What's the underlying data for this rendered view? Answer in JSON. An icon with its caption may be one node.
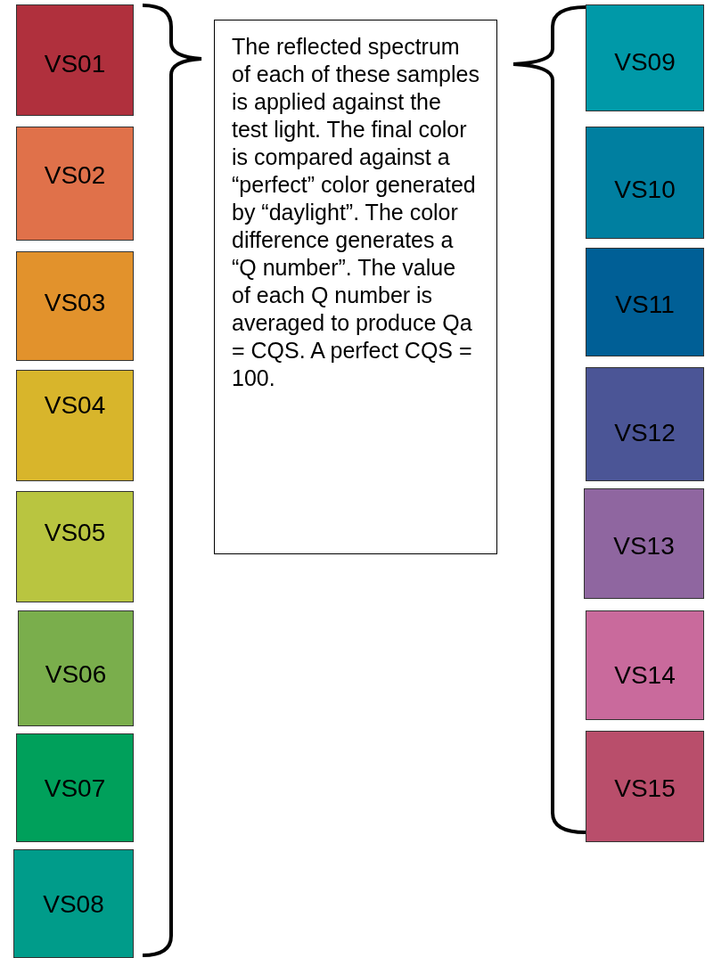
{
  "diagram": {
    "nodes": [
      {
        "text": [
          "VS01"
        ]
      },
      {
        "text": [
          "VS02"
        ]
      },
      {
        "text": [
          "VS03"
        ]
      },
      {
        "text": [
          "VS04"
        ]
      },
      {
        "text": [
          "VS05"
        ]
      },
      {
        "text": [
          "VS06"
        ]
      },
      {
        "text": [
          "VS07"
        ]
      },
      {
        "text": [
          "VS08"
        ]
      },
      {
        "text": [
          "The reflected spectrum of each of these samples is applied against the test light.  The final color is compared against a “perfect” color generated by “daylight”.   The color difference generates a “Q number”.  The value of each Q number is averaged to produce Qa = CQS.  A perfect CQS = 100."
        ]
      },
      {
        "text": [
          "VS09"
        ]
      },
      {
        "text": [
          "VS10"
        ]
      },
      {
        "text": [
          "VS11"
        ]
      },
      {
        "text": [
          "VS12"
        ]
      },
      {
        "text": [
          "VS13"
        ]
      },
      {
        "text": [
          "VS14"
        ]
      },
      {
        "text": [
          "VS15"
        ]
      }
    ]
  }
}
